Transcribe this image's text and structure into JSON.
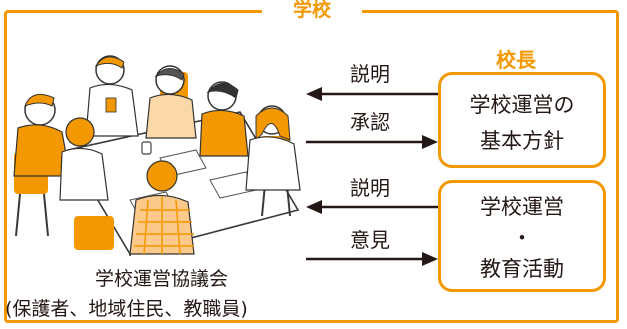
{
  "frame_title": "学校",
  "role_label": "校長",
  "box_top": {
    "line1": "学校運営の",
    "line2": "基本方針"
  },
  "box_bottom": {
    "line1": "学校運営",
    "line2": "・",
    "line3": "教育活動"
  },
  "arrows": {
    "top_left_label": "説明",
    "top_right_label": "承認",
    "bottom_left_label": "説明",
    "bottom_right_label": "意見"
  },
  "caption": {
    "line1": "学校運営協議会",
    "line2": "(保護者、地域住民、教職員)"
  },
  "colors": {
    "accent": "#F39800",
    "text": "#231815"
  }
}
